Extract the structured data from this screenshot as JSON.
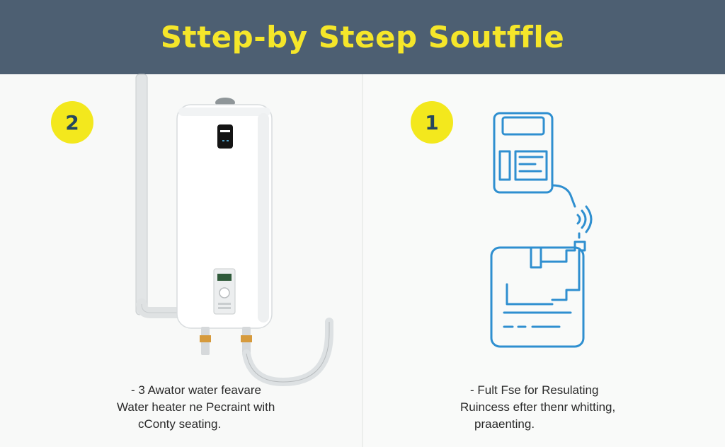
{
  "header": {
    "title": "Sttep-by Steep Soutffle"
  },
  "left_panel": {
    "step_number": "2",
    "caption_lines": [
      "- 3 Awator water feavare",
      "Water heater ne Pecraint with",
      "cConty seating."
    ]
  },
  "right_panel": {
    "step_number": "1",
    "caption_lines": [
      "- Fult Fse for Resulating",
      "Ruincess efter thenr whitting,",
      "praaenting."
    ]
  },
  "colors": {
    "header_bg": "#4d5f72",
    "title": "#f5e62a",
    "badge": "#f3e81d",
    "line_icon": "#2f8fd0"
  },
  "icons": {
    "water_heater": "water-heater-illustration",
    "thermostat_device": "thermostat-device-icon",
    "wifi": "wifi-signal-icon",
    "heater_unit": "heater-unit-icon"
  }
}
